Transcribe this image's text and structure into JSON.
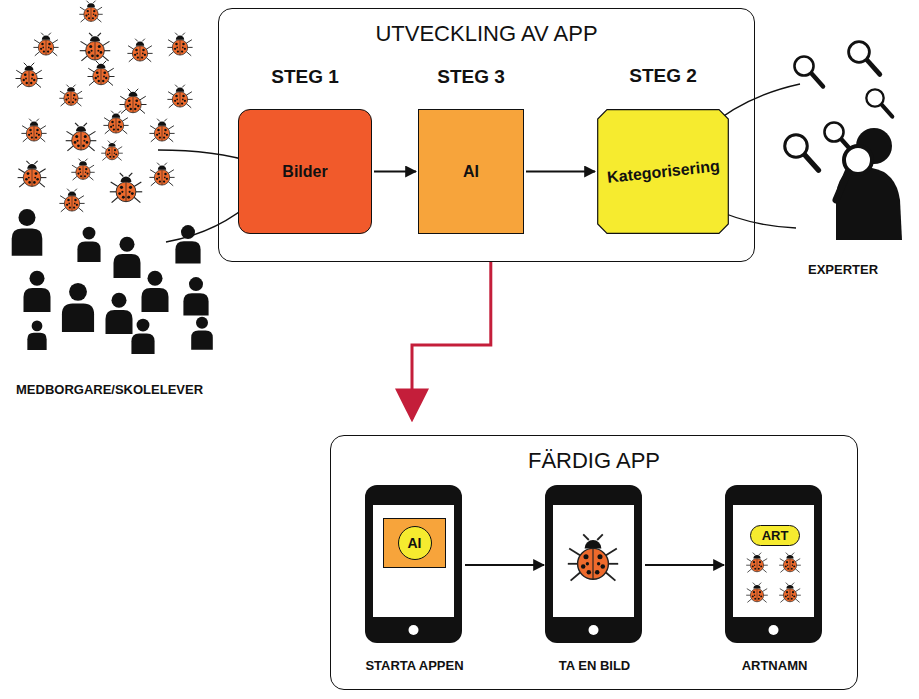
{
  "diagram": {
    "nodes": [
      {
        "text": [
          "UTVECKLING AV APP"
        ]
      },
      {
        "text": [
          "STEG 1",
          "Bilder"
        ],
        "in": 0
      },
      {
        "text": [
          "STEG 3",
          "AI"
        ],
        "in": 0
      },
      {
        "text": [
          "STEG 2",
          "Kategorisering"
        ],
        "in": 0
      },
      {
        "text": [
          "FÄRDIG APP"
        ]
      },
      {
        "text": [
          "STARTA APPEN"
        ],
        "in": 4
      },
      {
        "text": [
          "AI"
        ],
        "in": 5
      },
      {
        "text": [
          "TA EN BILD"
        ],
        "in": 4
      },
      {
        "text": [
          "ARTNAMN"
        ],
        "in": 4
      },
      {
        "text": [
          "ART"
        ],
        "in": 8
      }
    ],
    "edges": [
      {
        "from": 1,
        "to": 2,
        "arrow": "to"
      },
      {
        "from": 2,
        "to": 3,
        "arrow": "to"
      },
      {
        "from": 0,
        "to": 4,
        "arrow": "to"
      },
      {
        "from": 5,
        "to": 7,
        "arrow": "to"
      },
      {
        "from": 7,
        "to": 8,
        "arrow": "to"
      }
    ],
    "labels": [
      "MEDBORGARE/SKOLELEVER",
      "EXPERTER"
    ]
  }
}
